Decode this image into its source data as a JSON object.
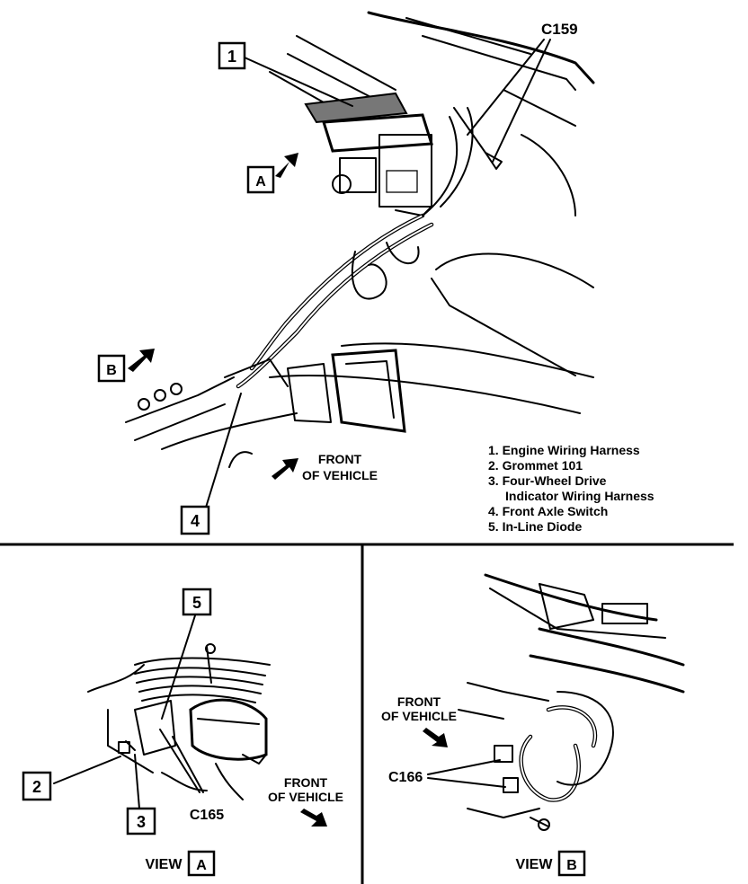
{
  "callouts": {
    "c1": "1",
    "c2": "2",
    "c3": "3",
    "c4": "4",
    "c5": "5",
    "view_a": "A",
    "view_b": "B"
  },
  "connectors": {
    "c159": "C159",
    "c165": "C165",
    "c166": "C166"
  },
  "direction": {
    "main_line1": "FRONT",
    "main_line2": "OF VEHICLE",
    "view_a_line1": "FRONT",
    "view_a_line2": "OF VEHICLE",
    "view_b_line1": "FRONT",
    "view_b_line2": "OF VEHICLE"
  },
  "legend": {
    "items": [
      "1. Engine Wiring Harness",
      "2. Grommet 101",
      "3. Four-Wheel Drive",
      "Indicator Wiring Harness",
      "4. Front Axle Switch",
      "5. In-Line Diode"
    ]
  },
  "views": {
    "a_word": "VIEW",
    "a_letter": "A",
    "b_word": "VIEW",
    "b_letter": "B"
  }
}
